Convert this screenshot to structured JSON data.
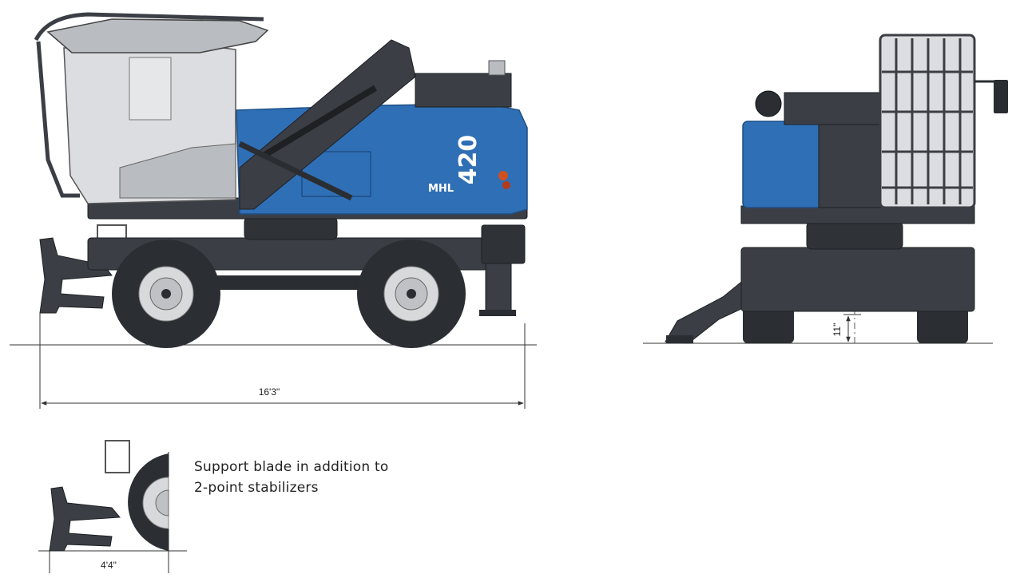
{
  "colors": {
    "blue": "#2f6fb5",
    "blue_dark": "#1f4f86",
    "chassis": "#3b3f45",
    "chassis_dark": "#2a2d31",
    "cab_glass": "#dcdde0",
    "cab_roof": "#b9bcc0",
    "tire": "#2b2e33",
    "rim": "#d8d9db",
    "ground_line": "#333333"
  },
  "side_view": {
    "brand_text": "MHL",
    "model_text": "420",
    "length_dimension": "16'3\""
  },
  "rear_view": {
    "ground_clearance_dimension": "11\""
  },
  "detail_view": {
    "blade_width_dimension": "4'4\""
  },
  "caption": {
    "line1": "Support blade in addition to",
    "line2": "2-point stabilizers"
  }
}
